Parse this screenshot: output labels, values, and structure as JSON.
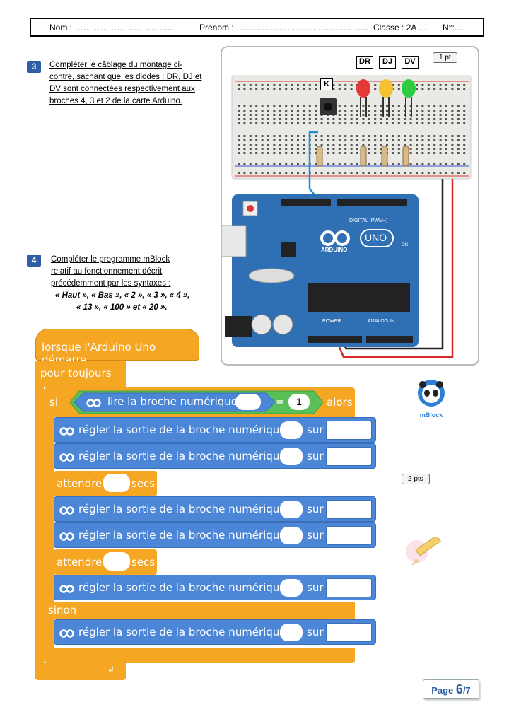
{
  "header": {
    "nom_label": "Nom : ……………………………..",
    "prenom_label": "Prénom : ………………………………………..",
    "classe_label": "Classe : 2A ….",
    "numero_label": "N°:…"
  },
  "q3": {
    "number": "3",
    "line1": "Compléter le câblage du montage ci-",
    "line2": "contre, sachant que les diodes : DR, DJ et",
    "line3": "DV sont connectées respectivement aux",
    "line4": "broches 4, 3 et 2 de la carte Arduino."
  },
  "q4": {
    "number": "4",
    "line1": "Compléter le programme mBlock",
    "line2": "relatif au fonctionnement décrit",
    "line3": "précédemment par les syntaxes :",
    "line4": "« Haut », « Bas », « 2 », « 3 », « 4 »,",
    "line5": "« 13 », « 100 » et « 20 »."
  },
  "circuit": {
    "led_labels": [
      "DR",
      "DJ",
      "DV"
    ],
    "button_label": "K",
    "points": "1 pt",
    "board_labels": {
      "digital": "DIGITAL (PWM~)",
      "brand": "ARDUINO",
      "model": "UNO",
      "power": "POWER",
      "analog": "ANALOG IN",
      "on": "ON"
    }
  },
  "program": {
    "event": "lorsque l'Arduino Uno démarre",
    "loop": "pour toujours",
    "if": "si",
    "then": "alors",
    "else": "sinon",
    "read_pin": "lire la broche numérique",
    "equals": "=",
    "compare_value": "1",
    "set_pin": "régler la sortie de la broche numérique",
    "on": "sur",
    "wait": "attendre",
    "secs": "secs",
    "points": "2 pts"
  },
  "logo": {
    "name": "mBlock"
  },
  "footer": {
    "page_label": "Page",
    "page_current": "6",
    "page_total": "/7"
  },
  "colors": {
    "event": "#f5a623",
    "blue_block": "#4c86d6",
    "green_block": "#59c059",
    "badge": "#2e5fa3"
  }
}
